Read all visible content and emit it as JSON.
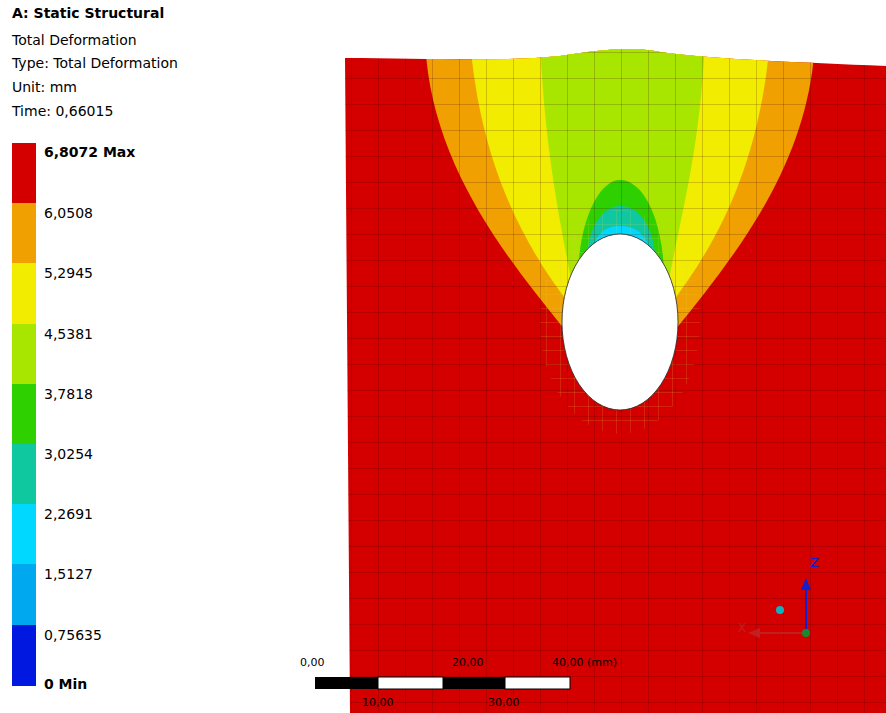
{
  "diagram": {
    "title": "A: Static Structural",
    "labels": [
      "Total Deformation",
      "Type: Total Deformation",
      "Unit: mm",
      "Time: 0,66015",
      "0 Min",
      "0,00",
      "20,00",
      "40,00 (mm)",
      "10,00",
      "30,00",
      "Z",
      "X"
    ],
    "legend": [
      {
        "text": "6,8072 Max",
        "color": "#d40000"
      },
      {
        "text": "6,0508",
        "color": "#f0a000"
      },
      {
        "text": "5,2945",
        "color": "#f2ec00"
      },
      {
        "text": "4,5381",
        "color": "#a8e600"
      },
      {
        "text": "3,7818",
        "color": "#2fd000"
      },
      {
        "text": "3,0254",
        "color": "#10c8a0"
      },
      {
        "text": "2,2691",
        "color": "#00d8ff"
      },
      {
        "text": "1,5127",
        "color": "#00a8f0"
      },
      {
        "text": "0,75635",
        "color": "#0018e0"
      }
    ]
  }
}
